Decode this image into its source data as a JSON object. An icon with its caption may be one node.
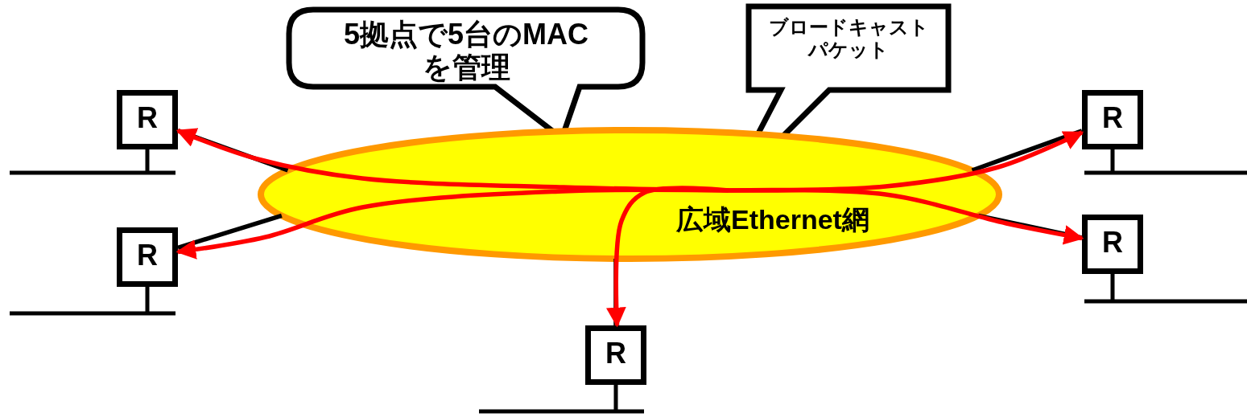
{
  "diagram": {
    "nodes": [
      {
        "text": [
          "5拠点で5台のMACを管理"
        ]
      },
      {
        "text": [
          "ブロードキャストパケット"
        ]
      },
      {
        "text": [
          "広域Ethernet網"
        ]
      },
      {
        "text": [
          "R"
        ]
      },
      {
        "text": [
          "R"
        ]
      },
      {
        "text": [
          "R"
        ]
      },
      {
        "text": [
          "R"
        ]
      },
      {
        "text": [
          "R"
        ]
      }
    ],
    "edges": [
      {
        "from": 2,
        "to": 3,
        "arrow": "none"
      },
      {
        "from": 2,
        "to": 4,
        "arrow": "none"
      },
      {
        "from": 2,
        "to": 5,
        "arrow": "none"
      },
      {
        "from": 2,
        "to": 6,
        "arrow": "none"
      },
      {
        "from": 2,
        "to": 7,
        "arrow": "none"
      },
      {
        "from": 2,
        "to": 3,
        "arrow": "to",
        "color": "#ff0000"
      },
      {
        "from": 2,
        "to": 4,
        "arrow": "to",
        "color": "#ff0000"
      },
      {
        "from": 2,
        "to": 5,
        "arrow": "to",
        "color": "#ff0000"
      },
      {
        "from": 2,
        "to": 6,
        "arrow": "to",
        "color": "#ff0000"
      },
      {
        "from": 2,
        "to": 7,
        "arrow": "to",
        "color": "#ff0000"
      }
    ]
  }
}
